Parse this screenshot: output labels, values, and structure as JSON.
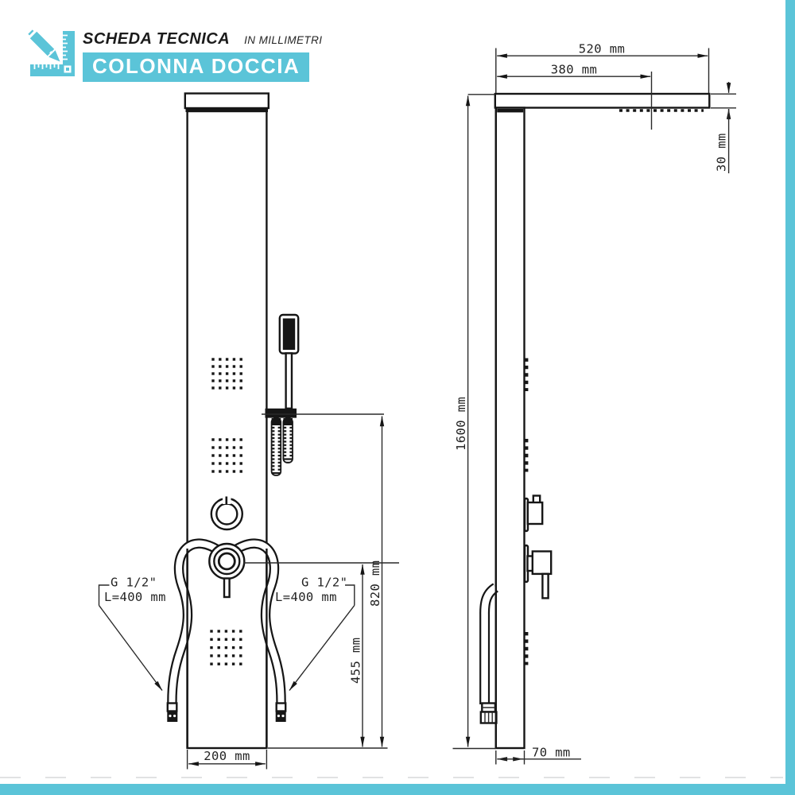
{
  "accent_color": "#5bc4d8",
  "line_color": "#161616",
  "header": {
    "logo_icon": "ruler-pencil-icon",
    "title": "SCHEDA TECNICA",
    "unit_note": "IN MILLIMETRI",
    "product_badge": "COLONNA DOCCIA"
  },
  "views": {
    "front": {
      "width_label": "200 mm",
      "hand_shower_height_label": "820 mm",
      "mixer_height_label": "455 mm",
      "left_connector": {
        "thread": "G 1/2\"",
        "hose_length": "L=400 mm"
      },
      "right_connector": {
        "thread": "G 1/2\"",
        "hose_length": "L=400 mm"
      }
    },
    "side": {
      "total_height_label": "1600 mm",
      "shower_head_total_depth_label": "520 mm",
      "shower_head_depth_label": "380 mm",
      "shower_head_thickness_label": "30 mm",
      "column_depth_label": "70 mm"
    }
  }
}
